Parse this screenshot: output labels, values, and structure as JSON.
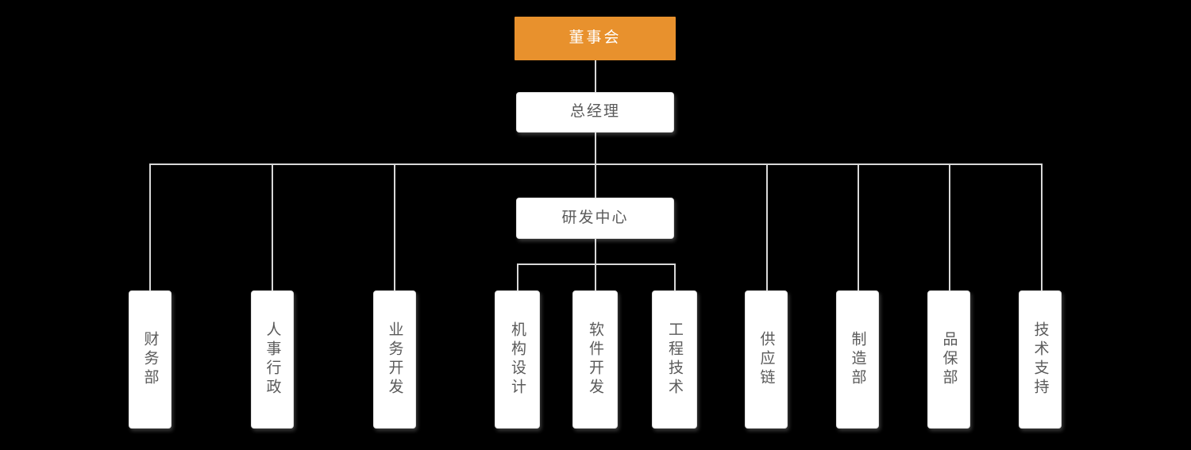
{
  "chart_data": {
    "type": "diagram",
    "subtype": "organization-chart",
    "title": "",
    "orientation": "top-down",
    "background_color": "#000000",
    "connector_color": "#d8d8d8",
    "accent_color": "#e8912d",
    "node_fill_color": "#ffffff",
    "node_text_color": "#5a5a5a",
    "accent_text_color": "#ffffff",
    "levels": 4,
    "nodes": [
      {
        "id": "board",
        "label": "董事会",
        "level": 0,
        "parent": null,
        "style": "accent",
        "orientation": "horizontal"
      },
      {
        "id": "gm",
        "label": "总经理",
        "level": 1,
        "parent": "board",
        "style": "plain",
        "orientation": "horizontal"
      },
      {
        "id": "finance",
        "label": "财务部",
        "level": 3,
        "parent": "gm",
        "style": "leaf",
        "orientation": "vertical"
      },
      {
        "id": "hr",
        "label": "人事行政",
        "level": 3,
        "parent": "gm",
        "style": "leaf",
        "orientation": "vertical"
      },
      {
        "id": "bizdev",
        "label": "业务开发",
        "level": 3,
        "parent": "gm",
        "style": "leaf",
        "orientation": "vertical"
      },
      {
        "id": "rnd",
        "label": "研发中心",
        "level": 2,
        "parent": "gm",
        "style": "plain",
        "orientation": "horizontal"
      },
      {
        "id": "mech",
        "label": "机构设计",
        "level": 3,
        "parent": "rnd",
        "style": "leaf",
        "orientation": "vertical"
      },
      {
        "id": "software",
        "label": "软件开发",
        "level": 3,
        "parent": "rnd",
        "style": "leaf",
        "orientation": "vertical"
      },
      {
        "id": "engineering",
        "label": "工程技术",
        "level": 3,
        "parent": "rnd",
        "style": "leaf",
        "orientation": "vertical"
      },
      {
        "id": "supply",
        "label": "供应链",
        "level": 3,
        "parent": "gm",
        "style": "leaf",
        "orientation": "vertical"
      },
      {
        "id": "manufact",
        "label": "制造部",
        "level": 3,
        "parent": "gm",
        "style": "leaf",
        "orientation": "vertical"
      },
      {
        "id": "quality",
        "label": "品保部",
        "level": 3,
        "parent": "gm",
        "style": "leaf",
        "orientation": "vertical"
      },
      {
        "id": "support",
        "label": "技术支持",
        "level": 3,
        "parent": "gm",
        "style": "leaf",
        "orientation": "vertical"
      }
    ]
  },
  "chart": {
    "root": {
      "label": "董事会"
    },
    "gm": {
      "label": "总经理"
    },
    "rnd": {
      "label": "研发中心"
    },
    "departments": [
      {
        "label": "财务部"
      },
      {
        "label": "人事行政"
      },
      {
        "label": "业务开发"
      },
      {
        "label": "机构设计"
      },
      {
        "label": "软件开发"
      },
      {
        "label": "工程技术"
      },
      {
        "label": "供应链"
      },
      {
        "label": "制造部"
      },
      {
        "label": "品保部"
      },
      {
        "label": "技术支持"
      }
    ]
  }
}
